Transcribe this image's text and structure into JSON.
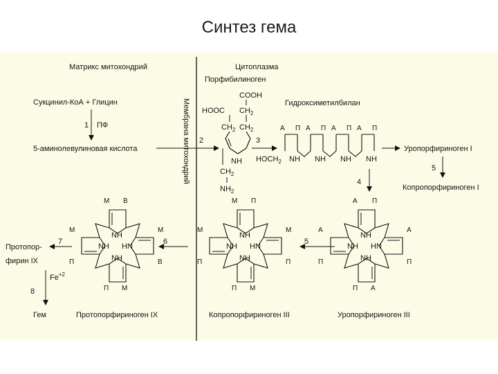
{
  "slide": {
    "title": "Синтез гема",
    "background": "#fcfce6"
  },
  "compartments": {
    "matrix": "Матрикс митохондрий",
    "cytoplasm": "Цитоплазма",
    "membrane": "Мембрана митохондрий"
  },
  "compounds": {
    "succinyl_glycine": "Сукцинил-КоА + Глицин",
    "ala": "5-аминолевулиновая кислота",
    "pbg": "Порфибилиноген",
    "hmb": "Гидроксиметилбилан",
    "uro1": "Уропорфириноген I",
    "copro1": "Копропорфириноген I",
    "proto_ix_a": "Протопор-",
    "proto_ix_b": "фирин IX",
    "protogen_ix": "Протопорфириноген IX",
    "coprogen_iii": "Копропорфириноген III",
    "urogen_iii": "Уропорфириноген III",
    "heme": "Гем",
    "fe": "Fe",
    "fe_charge": "+2"
  },
  "steps": {
    "s1": "1",
    "s1_enzyme": "ПФ",
    "s2": "2",
    "s3": "3",
    "s4": "4",
    "s5a": "5",
    "s5b": "5",
    "s6": "6",
    "s7": "7",
    "s8": "8"
  },
  "pbg_groups": {
    "cooh": "COOH",
    "hooc": "HOOC",
    "ch2": "CH",
    "sub2": "2",
    "nh": "NH",
    "nh2": "NH"
  },
  "hmb_groups": {
    "hoch2": "HOCH",
    "sub2": "2",
    "nh": "NH"
  },
  "side_labels": {
    "A": "А",
    "P": "П",
    "M": "М",
    "V": "В"
  },
  "ring": {
    "nh": "NH",
    "hn": "HN"
  }
}
